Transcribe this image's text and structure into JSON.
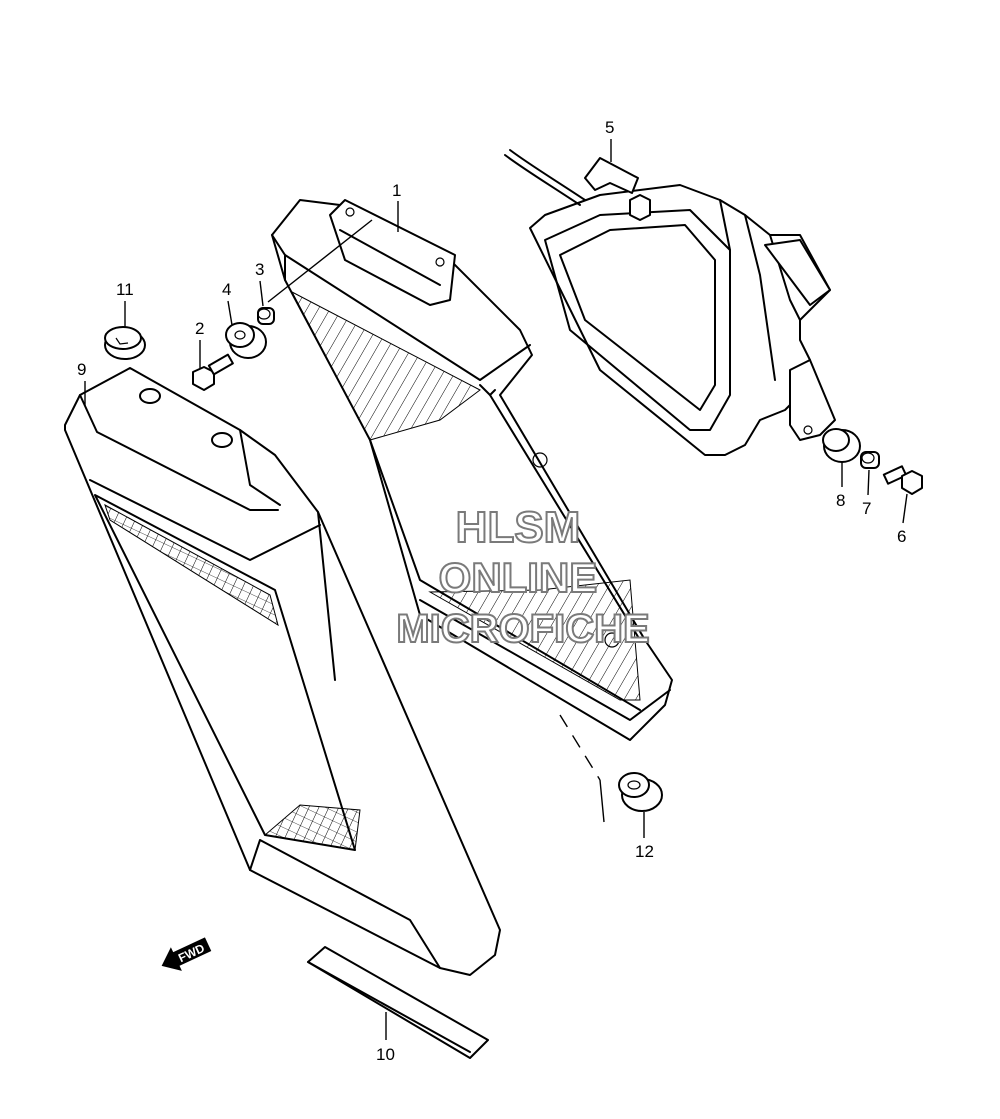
{
  "diagram": {
    "callouts": [
      "1",
      "2",
      "3",
      "4",
      "5",
      "6",
      "7",
      "8",
      "9",
      "10",
      "11",
      "12"
    ],
    "direction_label": "FWD"
  },
  "watermark": {
    "line1": "HLSM",
    "line2": "ONLINE",
    "line3": "MICROFICHE"
  },
  "icons": {
    "fwd": "forward-direction-arrow-icon"
  }
}
